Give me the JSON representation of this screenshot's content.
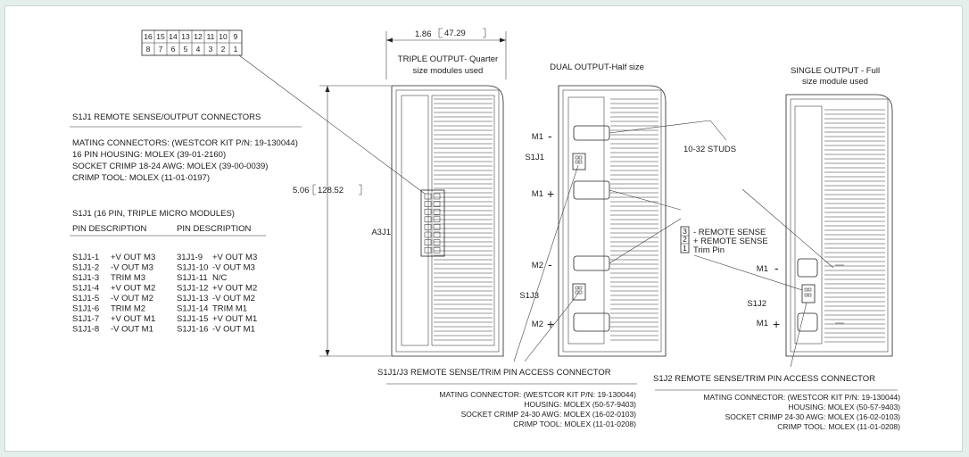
{
  "pin_header": {
    "top_row": [
      "16",
      "15",
      "14",
      "13",
      "12",
      "11",
      "10",
      "9"
    ],
    "bottom_row": [
      "8",
      "7",
      "6",
      "5",
      "4",
      "3",
      "2",
      "1"
    ]
  },
  "s1j1_section": {
    "title": "S1J1 REMOTE SENSE/OUTPUT CONNECTORS",
    "lines": [
      "MATING CONNECTORS:  (WESTCOR KIT P/N: 19-130044)",
      "16 PIN HOUSING: MOLEX (39-01-2160)",
      "SOCKET CRIMP 18-24 AWG:  MOLEX (39-00-0039)",
      "CRIMP TOOL:  MOLEX (11-01-0197)"
    ],
    "table_title": "S1J1 (16 PIN, TRIPLE MICRO MODULES)",
    "col_header_left": "PIN DESCRIPTION",
    "col_header_right": "PIN DESCRIPTION",
    "left_pins": [
      "S1J1-1",
      "S1J1-2",
      "S1J1-3",
      "S1J1-4",
      "S1J1-5",
      "S1J1-6",
      "S1J1-7",
      "S1J1-8"
    ],
    "left_desc": [
      "+V OUT M3",
      "-V OUT M3",
      "TRIM M3",
      "+V OUT M2",
      "-V OUT M2",
      "TRIM M2",
      "+V OUT M1",
      "-V OUT M1"
    ],
    "right_pins": [
      "31J1-9",
      "S1J1-10",
      "S1J1-11",
      "S1J1-12",
      "S1J1-13",
      "S1J1-14",
      "S1J1-15",
      "S1J1-16"
    ],
    "right_desc": [
      "+V OUT M3",
      "-V OUT M3",
      "N/C",
      "+V OUT M2",
      "-V OUT M2",
      "TRIM M1",
      "+V OUT M1",
      "-V OUT M1"
    ]
  },
  "dimensions": {
    "width_in": "1.86",
    "width_mm": "47.29",
    "height_in": "5.06",
    "height_mm": "128.52"
  },
  "triple": {
    "title_line1": "TRIPLE OUTPUT- Quarter",
    "title_line2": "size modules used",
    "connector_label": "A3J1"
  },
  "dual": {
    "title": "DUAL OUTPUT-Half size",
    "m1_minus": "M1",
    "s1j1": "S1J1",
    "m1_plus": "M1",
    "m2_minus": "M2",
    "s1j3": "S1J3",
    "m2_plus": "M2",
    "minus_sign": "-",
    "plus_sign": "+",
    "studs": "10-32 STUDS"
  },
  "remote_sense_legend": {
    "pins": [
      "3",
      "2",
      "1"
    ],
    "labels": [
      "- REMOTE SENSE",
      "+ REMOTE SENSE",
      "Trim Pin"
    ]
  },
  "single": {
    "title_line1": "SINGLE OUTPUT - Full",
    "title_line2": "size module used",
    "m1_minus": "M1",
    "s1j2": "S1J2",
    "m1_plus": "M1",
    "minus_sign": "-",
    "plus_sign": "+"
  },
  "s1j1_j3_note": {
    "title": "S1J1/J3 REMOTE SENSE/TRIM PIN ACCESS CONNECTOR",
    "lines": [
      "MATING CONNECTOR:  (WESTCOR KIT P/N: 19-130044)",
      "HOUSING:  MOLEX (50-57-9403)",
      "SOCKET CRIMP 24-30 AWG:  MOLEX (16-02-0103)",
      "CRIMP TOOL:  MOLEX (11-01-0208)"
    ]
  },
  "s1j2_note": {
    "title": "S1J2 REMOTE SENSE/TRIM PIN ACCESS CONNECTOR",
    "lines": [
      "MATING CONNECTOR:  (WESTCOR KIT P/N: 19-130044)",
      "HOUSING:  MOLEX (50-57-9403)",
      "SOCKET CRIMP 24-30 AWG:  MOLEX (16-02-0103)",
      "CRIMP TOOL:  MOLEX (11-01-0208)"
    ]
  },
  "colors": {
    "page": "#ffffff",
    "frame": "#e4eeea",
    "ink": "#1c1c1c"
  }
}
